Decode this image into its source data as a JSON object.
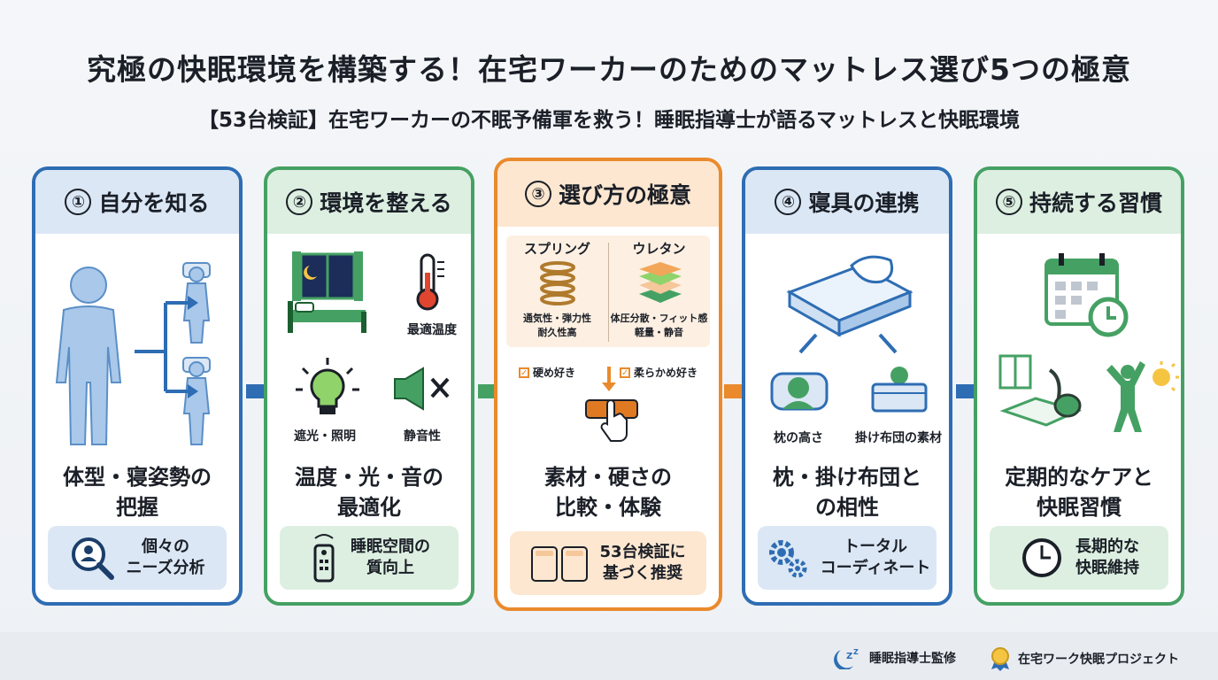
{
  "title": "究極の快眠環境を構築する！在宅ワーカーのためのマットレス選び5つの極意",
  "subtitle": "【53台検証】在宅ワーカーの不眠予備軍を救う！睡眠指導士が語るマットレスと快眠環境",
  "steps": [
    {
      "num": "①",
      "heading": "自分を知る",
      "main_line1": "体型・寝姿勢の",
      "main_line2": "把握",
      "foot_line1": "個々の",
      "foot_line2": "ニーズ分析"
    },
    {
      "num": "②",
      "heading": "環境を整える",
      "labels": [
        "最適温度",
        "遮光・照明",
        "静音性"
      ],
      "main_line1": "温度・光・音の",
      "main_line2": "最適化",
      "foot_line1": "睡眠空間の",
      "foot_line2": "質向上"
    },
    {
      "num": "③",
      "heading": "選び方の極意",
      "spring_title": "スプリング",
      "urethane_title": "ウレタン",
      "spring_line1": "通気性・弾力性",
      "spring_line2": "耐久性高",
      "urethane_line1": "体圧分散・フィット感",
      "urethane_line2": "軽量・静音",
      "check_hard": "硬め好き",
      "check_soft": "柔らかめ好き",
      "main_line1": "素材・硬さの",
      "main_line2": "比較・体験",
      "foot_line1": "53台検証に",
      "foot_line2": "基づく推奨"
    },
    {
      "num": "④",
      "heading": "寝具の連携",
      "labels": [
        "枕の高さ",
        "掛け布団の素材"
      ],
      "main_line1": "枕・掛け布団と",
      "main_line2": "の相性",
      "foot_line1": "トータル",
      "foot_line2": "コーディネート"
    },
    {
      "num": "⑤",
      "heading": "持続する習慣",
      "main_line1": "定期的なケアと",
      "main_line2": "快眠習慣",
      "foot_line1": "長期的な",
      "foot_line2": "快眠維持"
    }
  ],
  "credits": {
    "left": "睡眠指導士監修",
    "right": "在宅ワーク快眠プロジェクト"
  },
  "colors": {
    "blue": "#2e6db3",
    "green": "#45a163",
    "orange": "#ea8a2d"
  }
}
